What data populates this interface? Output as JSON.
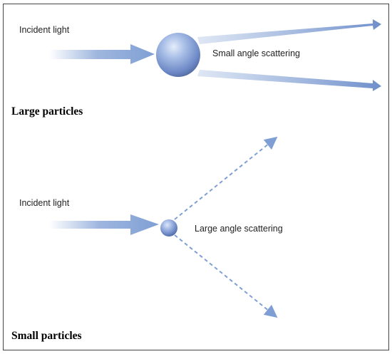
{
  "large_panel": {
    "incident_label": "Incident light",
    "scatter_label": "Small angle scattering",
    "caption": "Large particles"
  },
  "small_panel": {
    "incident_label": "Incident light",
    "scatter_label": "Large angle scattering",
    "caption": "Small particles"
  },
  "colors": {
    "arrow": "#7f9fd4",
    "arrow_dark": "#6f8fcb",
    "particle_light": "#c9d8f2",
    "particle_mid": "#8ea8dc",
    "particle_dark": "#5a76b4",
    "border": "#444444"
  }
}
